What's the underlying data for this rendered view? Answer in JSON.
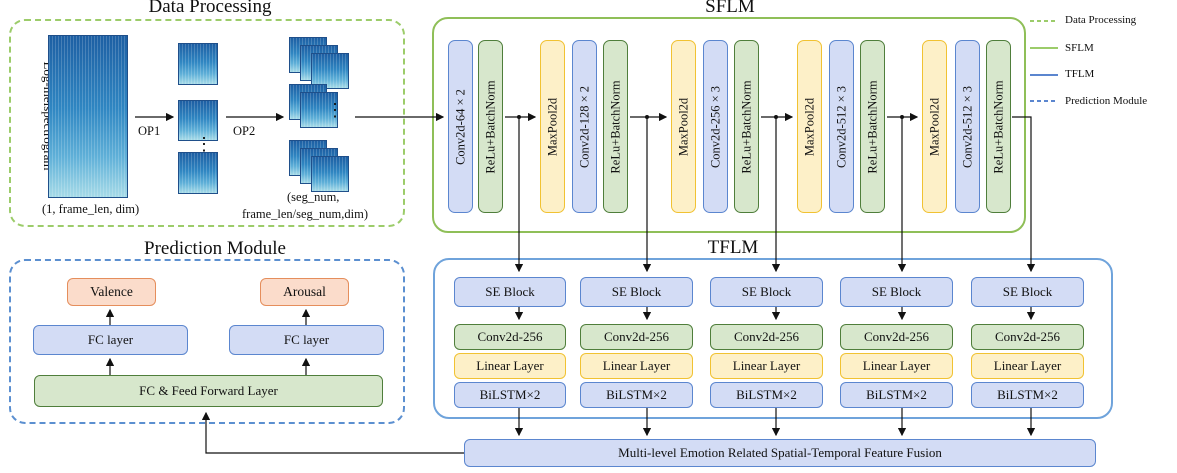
{
  "titles": {
    "data_processing": "Data Processing",
    "sflm": "SFLM",
    "tflm": "TFLM",
    "prediction": "Prediction Module"
  },
  "data_processing": {
    "spectrogram_label": "Log-melspectrogram",
    "input_shape": "(1, frame_len, dim)",
    "op1": "OP1",
    "op2": "OP2",
    "ellipsis_vertical": "⋮",
    "ellipsis_middle": "⋮",
    "output_shape_line1": "(seg_num,",
    "output_shape_line2": "frame_len/seg_num,dim)"
  },
  "sflm": {
    "stages": [
      {
        "blocks": [
          {
            "label": "Conv2d-64 × 2",
            "color": "blue"
          },
          {
            "label": "ReLu+BatchNorm",
            "color": "green"
          }
        ]
      },
      {
        "blocks": [
          {
            "label": "MaxPool2d",
            "color": "yellow"
          },
          {
            "label": "Conv2d-128 × 2",
            "color": "blue"
          },
          {
            "label": "ReLu+BatchNorm",
            "color": "green"
          }
        ]
      },
      {
        "blocks": [
          {
            "label": "MaxPool2d",
            "color": "yellow"
          },
          {
            "label": "Conv2d-256 × 3",
            "color": "blue"
          },
          {
            "label": "ReLu+BatchNorm",
            "color": "green"
          }
        ]
      },
      {
        "blocks": [
          {
            "label": "MaxPool2d",
            "color": "yellow"
          },
          {
            "label": "Conv2d-512 × 3",
            "color": "blue"
          },
          {
            "label": "ReLu+BatchNorm",
            "color": "green"
          }
        ]
      },
      {
        "blocks": [
          {
            "label": "MaxPool2d",
            "color": "yellow"
          },
          {
            "label": "Conv2d-512 × 3",
            "color": "blue"
          },
          {
            "label": "ReLu+BatchNorm",
            "color": "green"
          }
        ]
      }
    ]
  },
  "tflm": {
    "columns": [
      {
        "se": "SE Block",
        "conv": "Conv2d-256",
        "linear": "Linear Layer",
        "lstm": "BiLSTM×2"
      },
      {
        "se": "SE Block",
        "conv": "Conv2d-256",
        "linear": "Linear Layer",
        "lstm": "BiLSTM×2"
      },
      {
        "se": "SE Block",
        "conv": "Conv2d-256",
        "linear": "Linear Layer",
        "lstm": "BiLSTM×2"
      },
      {
        "se": "SE Block",
        "conv": "Conv2d-256",
        "linear": "Linear Layer",
        "lstm": "BiLSTM×2"
      },
      {
        "se": "SE Block",
        "conv": "Conv2d-256",
        "linear": "Linear Layer",
        "lstm": "BiLSTM×2"
      }
    ]
  },
  "fusion": {
    "label": "Multi-level Emotion Related Spatial-Temporal Feature Fusion"
  },
  "prediction": {
    "valence": "Valence",
    "arousal": "Arousal",
    "fc_left": "FC layer",
    "fc_right": "FC layer",
    "fc_ff": "FC & Feed Forward Layer"
  },
  "legend": [
    {
      "label": "Data Processing",
      "color": "#9ccc6a",
      "style": "dashed"
    },
    {
      "label": "SFLM",
      "color": "#9ccc6a",
      "style": "solid"
    },
    {
      "label": "TFLM",
      "color": "#5b86cf",
      "style": "solid"
    },
    {
      "label": "Prediction Module",
      "color": "#5b86cf",
      "style": "dashed"
    }
  ],
  "colors": {
    "blue_fill": "#d3dcf5",
    "green_fill": "#d7e7cc",
    "yellow_fill": "#fdf0c8",
    "orange_fill": "#fbdccb",
    "spectrogram": "#2f7fb8"
  }
}
